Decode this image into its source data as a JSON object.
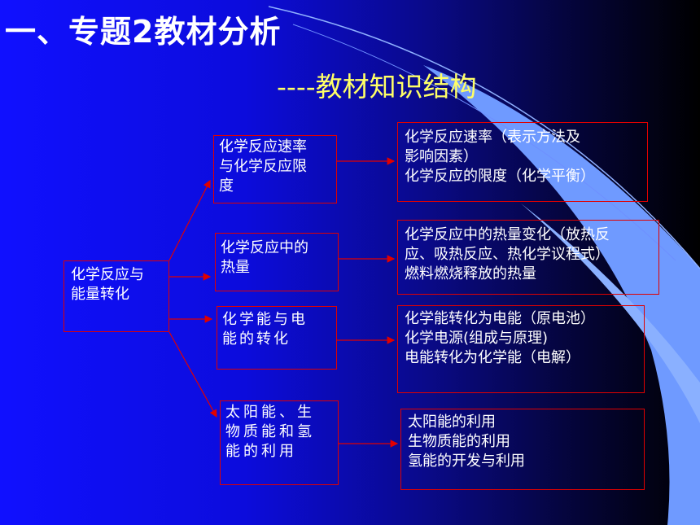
{
  "title": "一、专题2教材分析",
  "subtitle": "----教材知识结构",
  "root": "化学反应与\n能量转化",
  "topics": [
    {
      "label": "化学反应速率\n与化学反应限\n度",
      "detail": "  化学反应速率（表示方法及\n影响因素）\n 化学反应的限度（化学平衡）"
    },
    {
      "label": "化学反应中的\n热量",
      "detail": "化学反应中的热量变化（放热反\n应、吸热反应、热化学议程式）\n燃料燃烧释放的热量"
    },
    {
      "label": "化学能与电\n能的转化",
      "detail": "化学能转化为电能（原电池）\n化学电源(组成与原理)\n电能转化为化学能（电解）"
    },
    {
      "label": "太阳能、生\n物质能和氢\n能的利用",
      "detail": "太阳能的利用\n生物质能的利用\n氢能的开发与利用"
    }
  ],
  "colors": {
    "background_left": "#1010ff",
    "background_right": "#000000",
    "title": "#ffffff",
    "subtitle": "#ffff66",
    "border": "#e00000",
    "decor_band": "#6f9aff"
  }
}
